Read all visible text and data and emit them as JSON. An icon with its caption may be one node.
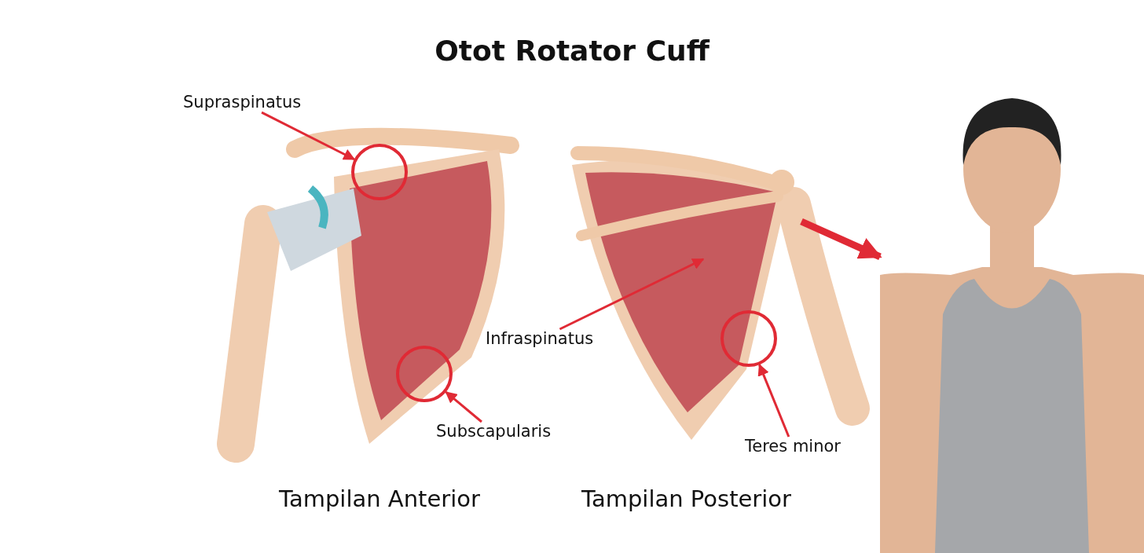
{
  "diagram": {
    "title": "Otot Rotator Cuff",
    "nodes": [
      {
        "text": [
          "Supraspinatus"
        ]
      },
      {
        "text": [],
        "shape": "circle"
      },
      {
        "text": [
          "Subscapularis"
        ]
      },
      {
        "text": [],
        "shape": "circle"
      },
      {
        "text": [
          "Infraspinatus"
        ]
      },
      {
        "text": [
          "Teres minor"
        ]
      },
      {
        "text": [],
        "shape": "circle"
      },
      {
        "text": [],
        "shape": "person"
      }
    ],
    "edges": [
      {
        "from": 0,
        "to": 1,
        "arrow": "to"
      },
      {
        "from": 2,
        "to": 3,
        "arrow": "to"
      },
      {
        "from": 4,
        "to": null,
        "arrow": "to"
      },
      {
        "from": 5,
        "to": 6,
        "arrow": "to"
      },
      {
        "from": null,
        "to": 7,
        "arrow": "to",
        "style": "thick"
      }
    ],
    "labels": [
      "Tampilan Anterior",
      "Tampilan Posterior"
    ]
  }
}
